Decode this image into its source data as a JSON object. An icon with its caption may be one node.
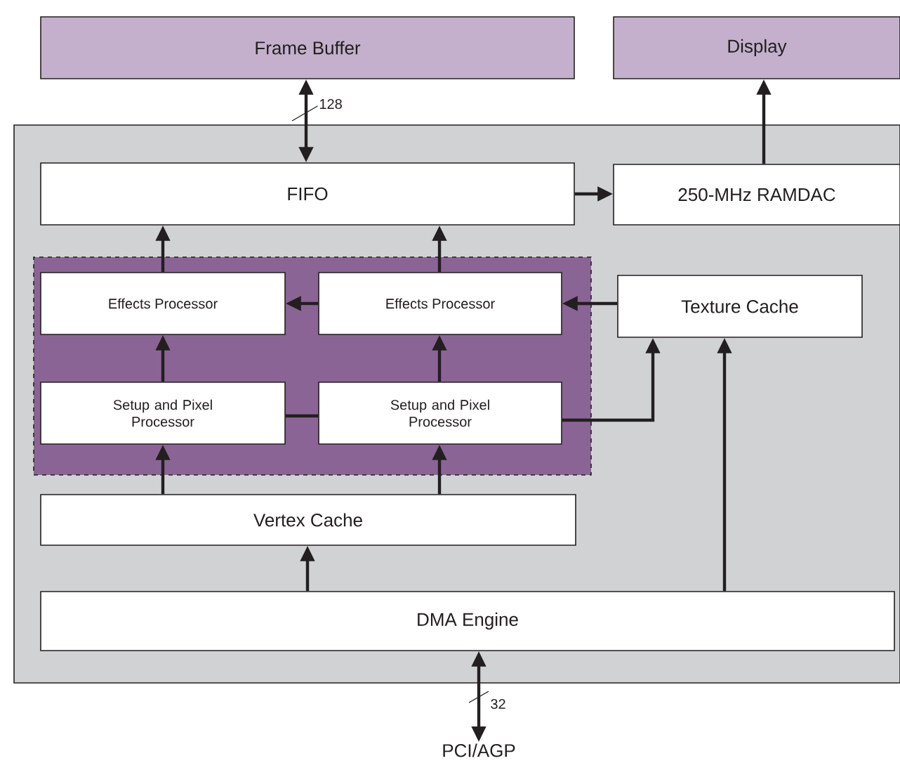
{
  "diagram": {
    "nodes": [
      {
        "text": [
          "Frame Buffer"
        ]
      },
      {
        "text": [
          "Display"
        ]
      },
      {
        "text": [],
        "shape": "box"
      },
      {
        "text": [
          "FIFO"
        ],
        "in": 2
      },
      {
        "text": [
          "250-MHz RAMDAC"
        ],
        "in": 2
      },
      {
        "text": [],
        "shape": "box",
        "in": 2
      },
      {
        "text": [
          "Effects Processor"
        ],
        "in": 5
      },
      {
        "text": [
          "Effects Processor"
        ],
        "in": 5
      },
      {
        "text": [
          "Texture Cache"
        ],
        "in": 2
      },
      {
        "text": [
          "Setup and Pixel Processor"
        ],
        "in": 5
      },
      {
        "text": [
          "Setup and Pixel Processor"
        ],
        "in": 5
      },
      {
        "text": [
          "Vertex Cache"
        ],
        "in": 2
      },
      {
        "text": [
          "DMA Engine"
        ],
        "in": 2
      },
      {
        "text": [
          "PCI/AGP"
        ]
      }
    ],
    "edges": [
      {
        "from": 0,
        "to": 3,
        "arrow": "both",
        "label": "128"
      },
      {
        "from": 4,
        "to": 1,
        "arrow": "to"
      },
      {
        "from": 3,
        "to": 4,
        "arrow": "to"
      },
      {
        "from": 6,
        "to": 3,
        "arrow": "to"
      },
      {
        "from": 7,
        "to": 3,
        "arrow": "to"
      },
      {
        "from": 7,
        "to": 6,
        "arrow": "to"
      },
      {
        "from": 8,
        "to": 7,
        "arrow": "to"
      },
      {
        "from": 9,
        "to": 6,
        "arrow": "to"
      },
      {
        "from": 10,
        "to": 7,
        "arrow": "to"
      },
      {
        "from": 9,
        "to": 10,
        "arrow": "none"
      },
      {
        "from": 10,
        "to": 8,
        "arrow": "to"
      },
      {
        "from": 11,
        "to": 9,
        "arrow": "to"
      },
      {
        "from": 11,
        "to": 10,
        "arrow": "to"
      },
      {
        "from": 12,
        "to": 11,
        "arrow": "to"
      },
      {
        "from": 12,
        "to": 8,
        "arrow": "to"
      },
      {
        "from": 12,
        "to": 13,
        "arrow": "both",
        "label": "32"
      }
    ]
  }
}
